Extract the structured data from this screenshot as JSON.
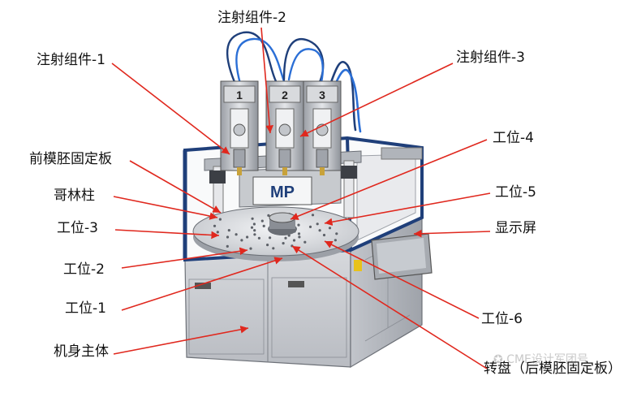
{
  "labels": {
    "inject_1": "注射组件-1",
    "inject_2": "注射组件-2",
    "inject_3": "注射组件-3",
    "front_mold_plate": "前模胚固定板",
    "tie_bar": "哥林柱",
    "station_3": "工位-3",
    "station_2": "工位-2",
    "station_1": "工位-1",
    "station_4": "工位-4",
    "station_5": "工位-5",
    "station_6": "工位-6",
    "display": "显示屏",
    "body": "机身主体",
    "turntable": "转盘（后模胚固定板）"
  },
  "unit_numbers": [
    "1",
    "2",
    "3"
  ],
  "logo_text": "MP",
  "watermark": "CME设计军团号",
  "colors": {
    "leader_line": "#e0281e",
    "frame_blue": "#1f3f7a",
    "panel_gray": "#c9ccd1",
    "panel_dark": "#a9adb4",
    "cable_blue": "#2b6fd6"
  }
}
